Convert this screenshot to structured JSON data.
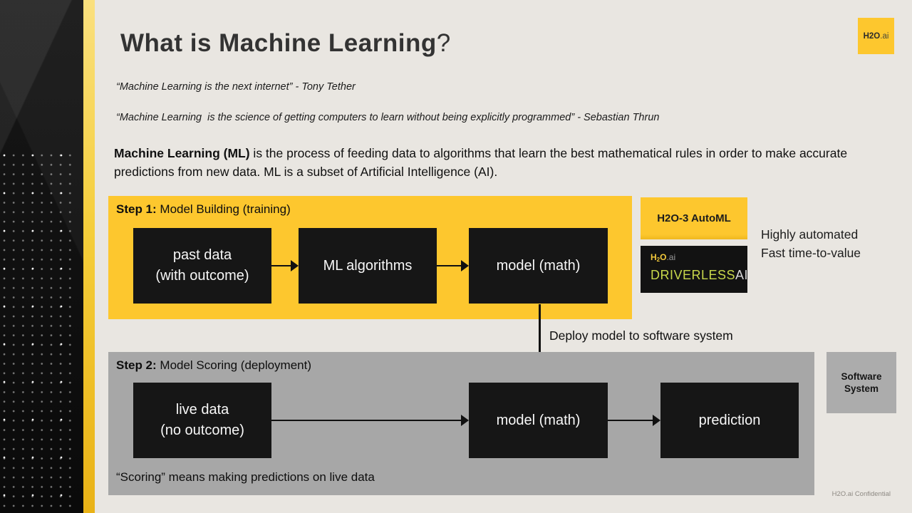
{
  "colors": {
    "accent_yellow": "#FDC72E",
    "dark_box": "#161616",
    "step2_gray": "#A7A7A7",
    "background": "#E9E6E1",
    "driverless_green": "#C8D84B"
  },
  "logo": {
    "h2o": "H2O",
    "ai": ".ai"
  },
  "header": {
    "title": "What is Machine Learning",
    "qmark": "?"
  },
  "quotes": [
    "“Machine Learning is the next internet” - Tony Tether",
    "“Machine Learning  is the science of getting computers to learn without being explicitly programmed” - Sebastian Thrun"
  ],
  "intro": {
    "bold": "Machine Learning (ML)",
    "rest": " is the process of feeding data to algorithms that learn the best mathematical rules in order to make accurate predictions from new data. ML is a subset of Artificial Intelligence (AI)."
  },
  "step1": {
    "label_bold": "Step 1:",
    "label_rest": " Model Building (training)",
    "box1": {
      "line1": "past data",
      "line2": "(with outcome)"
    },
    "box2": {
      "line1": "ML algorithms"
    },
    "box3": {
      "line1": "model (math)"
    }
  },
  "products": {
    "automl_label": "H2O-3 AutoML",
    "driverless": {
      "h": "H",
      "sub": "2",
      "o": "O",
      "ai": ".ai",
      "name": "DRIVERLESS",
      "suffix": "AI"
    },
    "benefit1": "Highly automated",
    "benefit2": "Fast time-to-value"
  },
  "deploy_label": "Deploy model to software system",
  "step2": {
    "label_bold": "Step 2:",
    "label_rest": " Model Scoring (deployment)",
    "box1": {
      "line1": "live data",
      "line2": "(no outcome)"
    },
    "box2": {
      "line1": "model (math)"
    },
    "box3": {
      "line1": "prediction"
    },
    "footnote": "“Scoring” means making predictions on live data"
  },
  "software_system": {
    "line1": "Software",
    "line2": "System"
  },
  "footer": "H2O.ai Confidential"
}
